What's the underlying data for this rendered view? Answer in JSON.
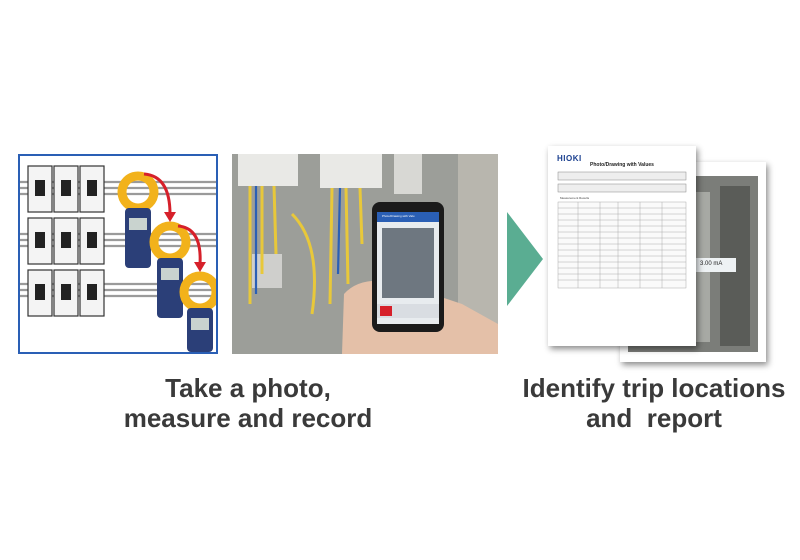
{
  "captions": {
    "left": [
      "Take a photo,",
      "measure and record"
    ],
    "right": [
      "Identify trip locations",
      "and  report"
    ]
  },
  "report": {
    "logo": "HIOKI",
    "title": "Photo/Drawing with Values",
    "section": "Measurement Results",
    "overlay_value": "3.00 mA"
  },
  "phone": {
    "app_header": "Photo/Drawing with Valu"
  },
  "colors": {
    "caption_text": "#3a3a3a",
    "arrow": "#5aad92",
    "illustration_border": "#2a5fb5",
    "clamp_yellow": "#f2b21b",
    "clamp_body": "#2b3f78",
    "red_arrow": "#d6202a"
  }
}
